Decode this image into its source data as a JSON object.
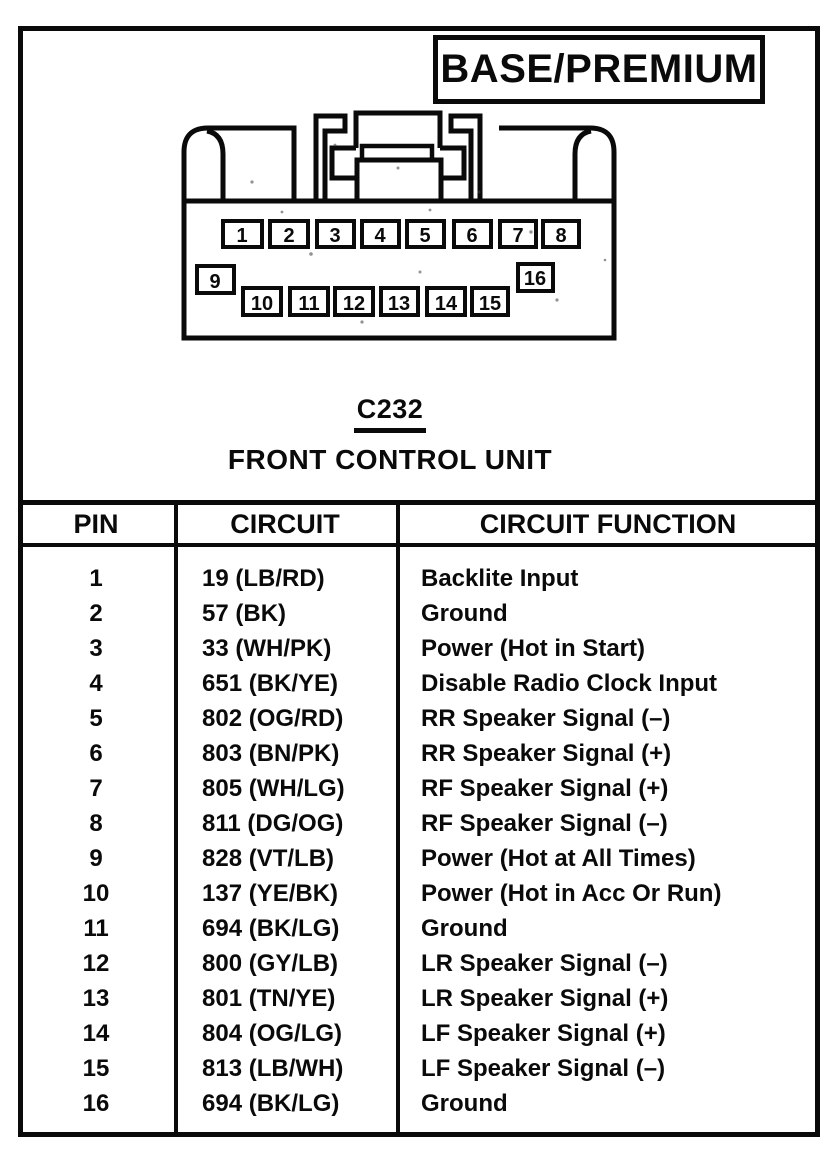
{
  "page": {
    "variant_label": "BASE/PREMIUM",
    "connector_id": "C232",
    "connector_name": "FRONT CONTROL UNIT"
  },
  "connector": {
    "pins": [
      "1",
      "2",
      "3",
      "4",
      "5",
      "6",
      "7",
      "8",
      "9",
      "10",
      "11",
      "12",
      "13",
      "14",
      "15",
      "16"
    ]
  },
  "table": {
    "headers": {
      "pin": "PIN",
      "circuit": "CIRCUIT",
      "function": "CIRCUIT FUNCTION"
    },
    "rows": [
      {
        "pin": "1",
        "circuit": "19 (LB/RD)",
        "function": "Backlite Input"
      },
      {
        "pin": "2",
        "circuit": "57 (BK)",
        "function": "Ground"
      },
      {
        "pin": "3",
        "circuit": "33 (WH/PK)",
        "function": "Power (Hot in Start)"
      },
      {
        "pin": "4",
        "circuit": "651 (BK/YE)",
        "function": "Disable Radio Clock Input"
      },
      {
        "pin": "5",
        "circuit": "802 (OG/RD)",
        "function": "RR Speaker Signal (–)"
      },
      {
        "pin": "6",
        "circuit": "803 (BN/PK)",
        "function": "RR Speaker Signal (+)"
      },
      {
        "pin": "7",
        "circuit": "805 (WH/LG)",
        "function": "RF Speaker Signal (+)"
      },
      {
        "pin": "8",
        "circuit": "811 (DG/OG)",
        "function": "RF Speaker Signal (–)"
      },
      {
        "pin": "9",
        "circuit": "828 (VT/LB)",
        "function": "Power (Hot at All Times)"
      },
      {
        "pin": "10",
        "circuit": "137 (YE/BK)",
        "function": "Power (Hot in Acc Or Run)"
      },
      {
        "pin": "11",
        "circuit": "694 (BK/LG)",
        "function": "Ground"
      },
      {
        "pin": "12",
        "circuit": "800 (GY/LB)",
        "function": "LR Speaker Signal (–)"
      },
      {
        "pin": "13",
        "circuit": "801 (TN/YE)",
        "function": "LR Speaker Signal (+)"
      },
      {
        "pin": "14",
        "circuit": "804 (OG/LG)",
        "function": "LF Speaker Signal (+)"
      },
      {
        "pin": "15",
        "circuit": "813 (LB/WH)",
        "function": "LF Speaker Signal (–)"
      },
      {
        "pin": "16",
        "circuit": "694 (BK/LG)",
        "function": "Ground"
      }
    ]
  }
}
